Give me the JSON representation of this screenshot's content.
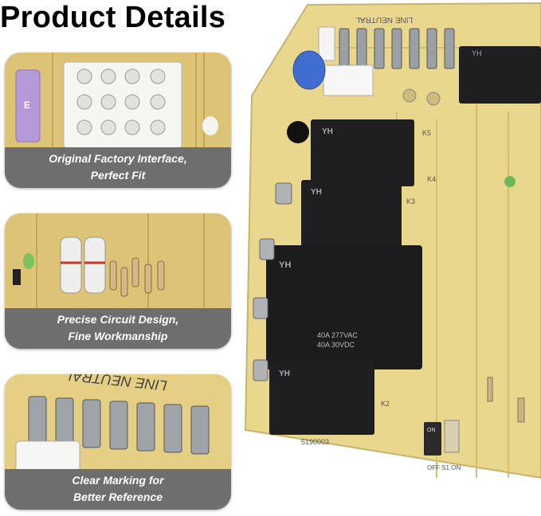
{
  "page": {
    "title": "Product Details"
  },
  "panels": [
    {
      "caption_line1": "Original Factory Interface,",
      "caption_line2": "Perfect Fit"
    },
    {
      "caption_line1": "Precise Circuit Design,",
      "caption_line2": "Fine Workmanship"
    },
    {
      "caption_line1": "Clear Marking for",
      "caption_line2": "Better Reference"
    }
  ],
  "board_markings": {
    "terminal_label": "LINE NEUTRAL",
    "panel3_label": "LINE NEUTRAL",
    "relay_brand": "YH",
    "relay_main_rating_1": "40A 277VAC",
    "relay_main_rating_2": "40A 30VDC",
    "part_number": "5190003",
    "dip_label": "ON",
    "dip_label_2": "OFF  S1 ON",
    "k_labels": [
      "K5",
      "K4",
      "K3",
      "K2"
    ],
    "fuse_label": "E"
  },
  "colors": {
    "board": "#e9d58c",
    "relay": "#1f1f22",
    "caption_bg": "#6e6e6e"
  }
}
